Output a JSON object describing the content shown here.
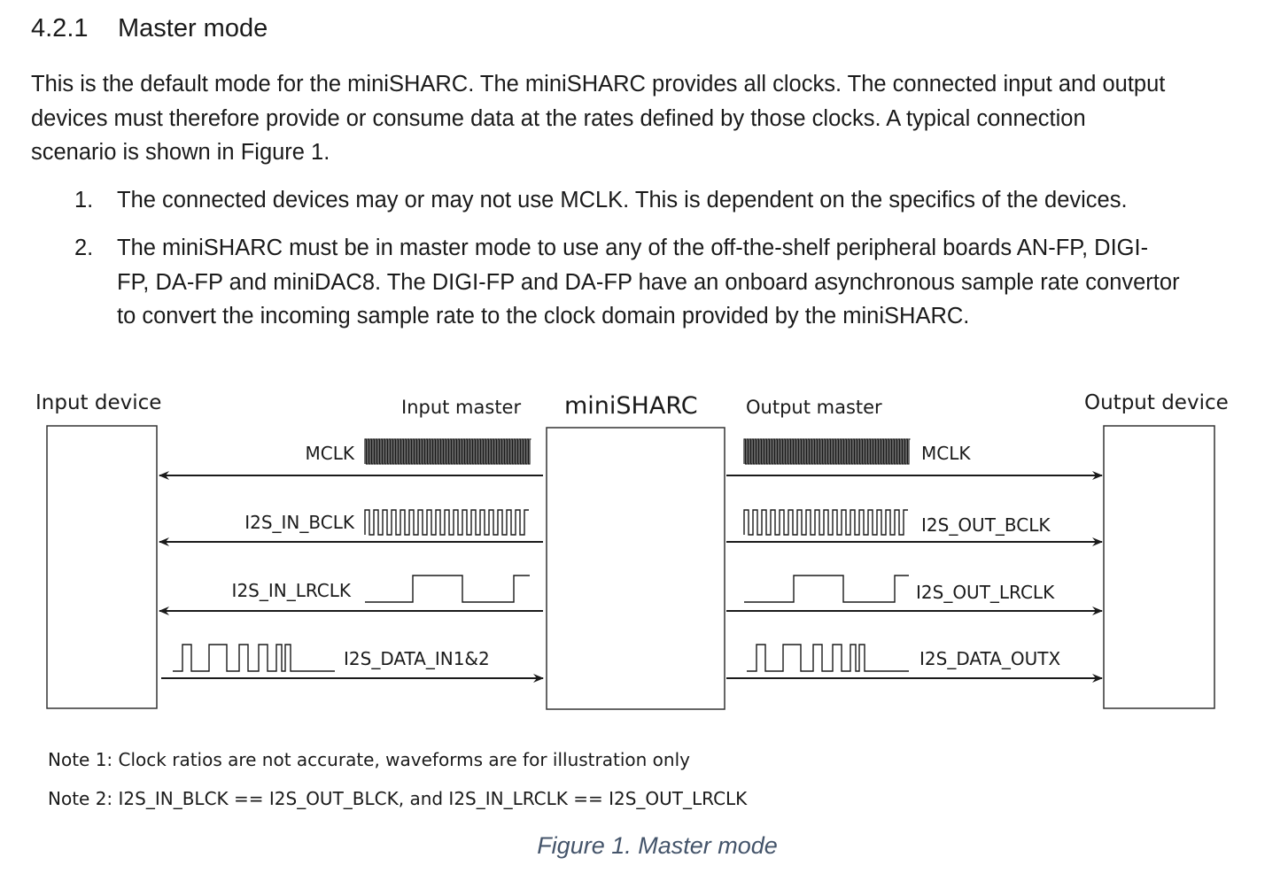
{
  "section": {
    "number": "4.2.1",
    "title": "Master mode"
  },
  "paragraph": {
    "lines": [
      "This is the default mode for the miniSHARC. The miniSHARC provides all clocks. The connected input and output",
      "devices must therefore provide or consume data at the rates defined by those clocks. A typical connection",
      "scenario is shown in Figure 1."
    ]
  },
  "list": [
    {
      "number": "1.",
      "lines": [
        "The connected devices may or may not use MCLK. This is dependent on the specifics of the devices."
      ]
    },
    {
      "number": "2.",
      "lines": [
        "The miniSHARC must be in master mode to use any of the off-the-shelf peripheral boards AN-FP, DIGI-",
        "FP, DA-FP and miniDAC8. The DIGI-FP and DA-FP have an onboard asynchronous sample rate convertor",
        "to convert the incoming sample rate to the clock domain provided by the miniSHARC."
      ]
    }
  ],
  "diagram": {
    "input_device": "Input device",
    "output_device": "Output device",
    "input_master": "Input master",
    "center": "miniSHARC",
    "output_master": "Output master",
    "left_signals": {
      "mclk": "MCLK",
      "bclk": "I2S_IN_BCLK",
      "lrclk": "I2S_IN_LRCLK",
      "data": "I2S_DATA_IN1&2"
    },
    "right_signals": {
      "mclk": "MCLK",
      "bclk": "I2S_OUT_BCLK",
      "lrclk": "I2S_OUT_LRCLK",
      "data": "I2S_DATA_OUTX"
    }
  },
  "notes": [
    "Note 1: Clock ratios are not accurate, waveforms are for illustration only",
    "Note 2: I2S_IN_BLCK == I2S_OUT_BLCK, and I2S_IN_LRCLK == I2S_OUT_LRCLK"
  ],
  "caption": "Figure 1. Master mode"
}
